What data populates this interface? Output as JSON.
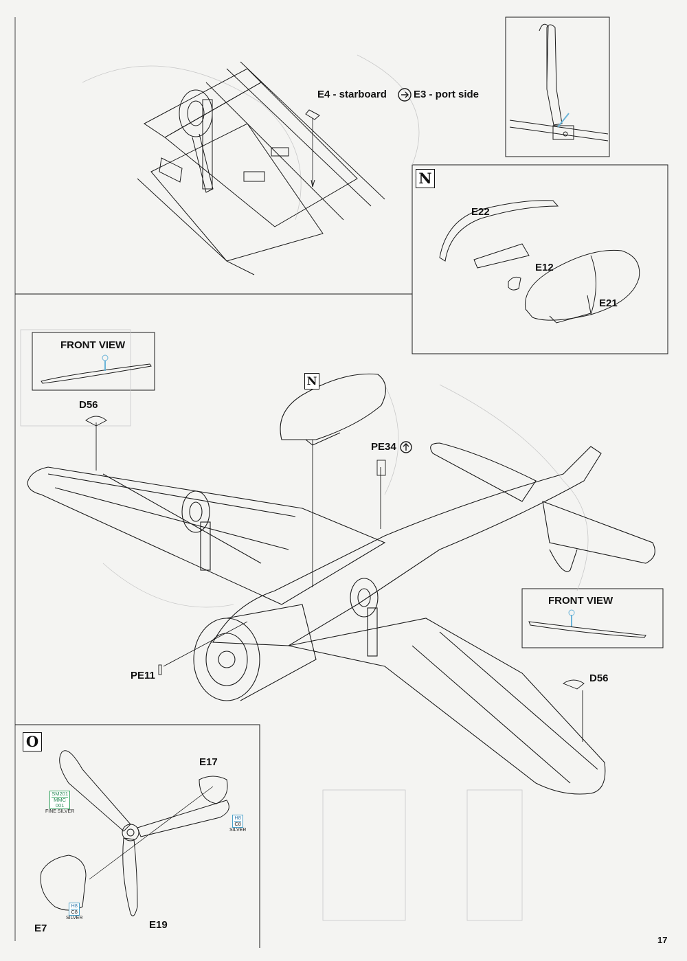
{
  "page_number": "17",
  "top_callout": {
    "starboard": "E4 - starboard",
    "port": "E3 - port side"
  },
  "step_n": {
    "marker": "N",
    "parts": {
      "e22": "E22",
      "e12": "E12",
      "e21": "E21"
    },
    "main_marker": "N"
  },
  "main_view": {
    "front_view_left": "FRONT VIEW",
    "front_view_right": "FRONT VIEW",
    "d56_left": "D56",
    "d56_right": "D56",
    "pe34": "PE34",
    "pe11": "PE11"
  },
  "step_o": {
    "marker": "O",
    "parts": {
      "e17": "E17",
      "e7": "E7",
      "e19": "E19"
    },
    "paint_propeller": {
      "code1": "SM201",
      "code2": "MMC",
      "code3": "001",
      "name": "FINE SILVER"
    },
    "paint_e17": {
      "code1": "H8",
      "code2": "C8",
      "name": "SILVER"
    },
    "paint_e7": {
      "code1": "H8",
      "code2": "C8",
      "name": "SILVER"
    }
  },
  "colors": {
    "line": "#1a1a1a",
    "paint_blue": "#3478a8",
    "paint_green": "#2a8a58",
    "highlight": "#6ab4d8"
  }
}
